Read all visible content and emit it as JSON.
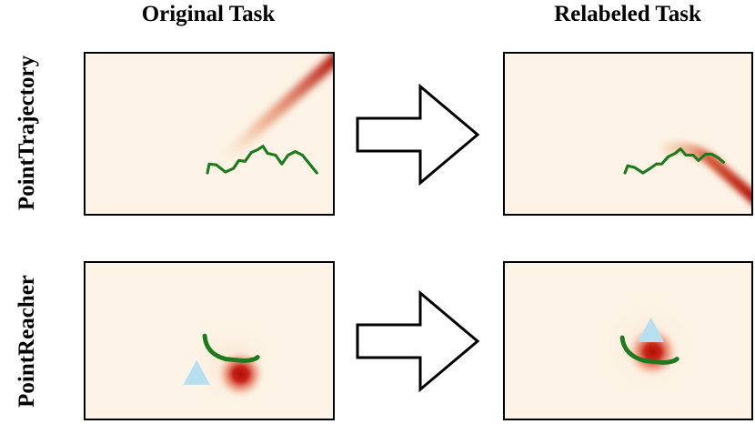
{
  "columns": {
    "left": "Original Task",
    "right": "Relabeled Task"
  },
  "rows": {
    "top": "PointTrajectory",
    "bottom": "PointReacher"
  },
  "colors": {
    "background_field": "#fdf4e7",
    "reward_peak": "#b00d05",
    "trajectory": "#1e7a1e",
    "goal_marker": "#b7dff0"
  }
}
